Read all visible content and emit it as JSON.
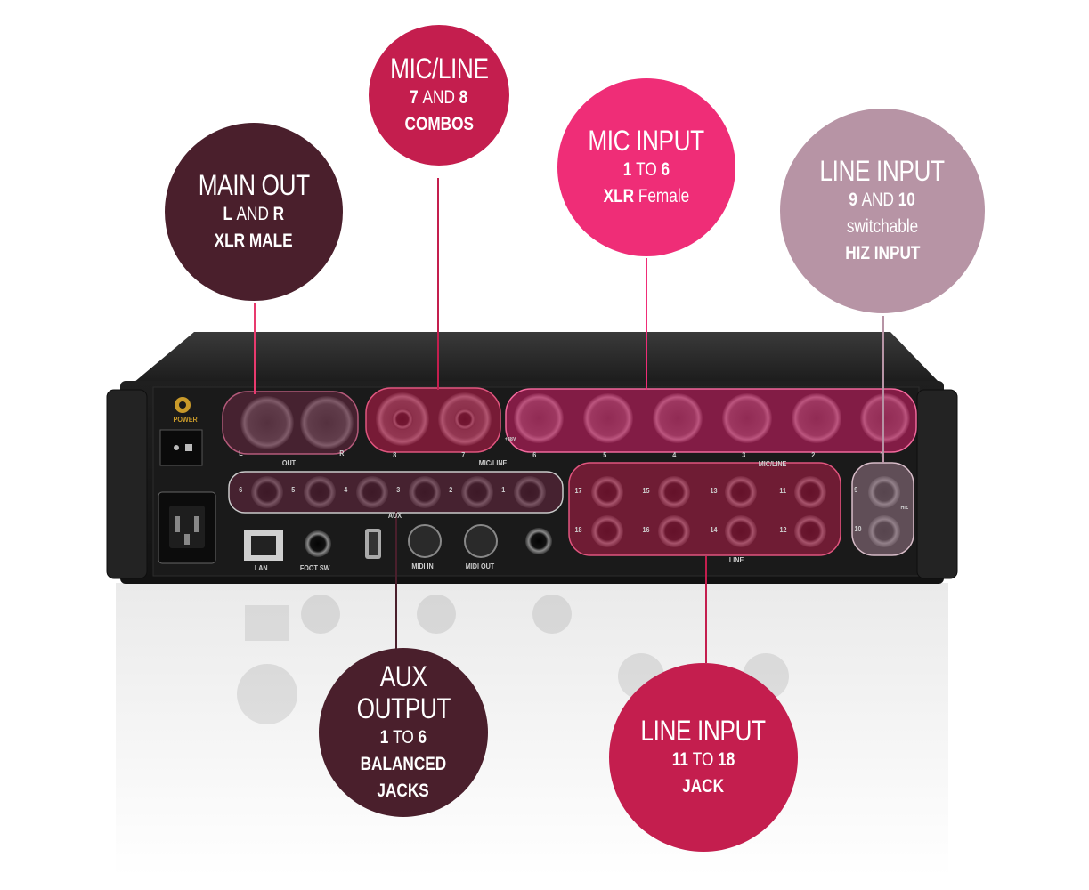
{
  "callouts": {
    "main_out": {
      "line1": "MAIN OUT",
      "line2_a": "L",
      "line2_and": "AND",
      "line2_b": "R",
      "line3": "XLR MALE",
      "color": "#4a1f2c"
    },
    "mic_line_combos": {
      "line1": "MIC/LINE",
      "line2_a": "7",
      "line2_and": "AND",
      "line2_b": "8",
      "line3": "COMBOS",
      "color": "#c41e4e"
    },
    "mic_input": {
      "line1": "MIC INPUT",
      "line2_a": "1",
      "line2_to": "TO",
      "line2_b": "6",
      "line3_a": "XLR",
      "line3_b": "Female",
      "color": "#ef2d77"
    },
    "line_input_9_10": {
      "line1": "LINE INPUT",
      "line2_a": "9",
      "line2_and": "AND",
      "line2_b": "10",
      "line3": "switchable",
      "line4": "HIZ INPUT",
      "color": "#b794a5"
    },
    "aux_output": {
      "line1": "AUX",
      "line2": "OUTPUT",
      "line3_a": "1",
      "line3_to": "TO",
      "line3_b": "6",
      "line4": "BALANCED",
      "line5": "JACKS",
      "color": "#4a1f2c"
    },
    "line_input_11_18": {
      "line1": "LINE INPUT",
      "line2_a": "11",
      "line2_to": "TO",
      "line2_b": "18",
      "line3": "JACK",
      "color": "#c41e4e"
    }
  },
  "panel_labels": {
    "power": "POWER",
    "out": "OUT",
    "out_l": "L",
    "out_r": "R",
    "mic_line": "MIC/LINE",
    "mic_line_right": "MIC/LINE",
    "aux": "AUX",
    "lan": "LAN",
    "foot_sw": "FOOT SW",
    "midi_in": "MIDI IN",
    "midi_out": "MIDI OUT",
    "line": "LINE",
    "hiz": "HIZ",
    "phantom": "+48V",
    "combo_nums": [
      "8",
      "7"
    ],
    "xlr_nums": [
      "6",
      "5",
      "4",
      "3",
      "2",
      "1"
    ],
    "aux_nums": [
      "6",
      "5",
      "4",
      "3",
      "2",
      "1"
    ],
    "line_top_nums": [
      "17",
      "15",
      "13",
      "11"
    ],
    "line_bottom_nums": [
      "18",
      "16",
      "14",
      "12"
    ],
    "hiz_nums": [
      "9",
      "10"
    ]
  }
}
